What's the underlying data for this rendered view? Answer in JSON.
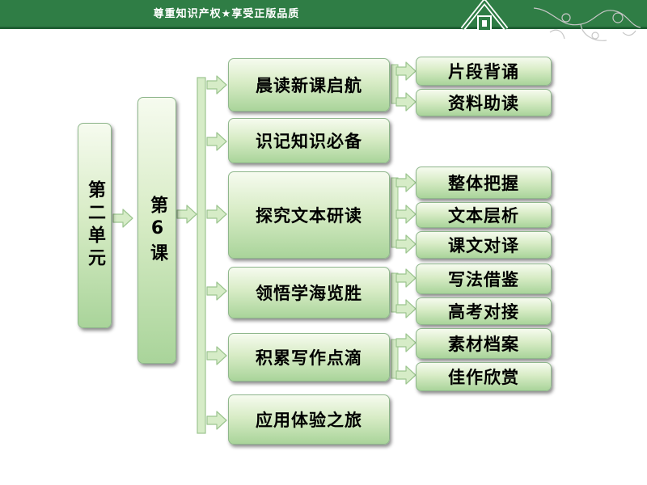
{
  "header": {
    "slogan": "尊重知识产权★享受正版品质"
  },
  "colors": {
    "header_green": "#2f7d45",
    "box_light": "#f6fbef",
    "box_dark": "#a9d49a",
    "arrow_fill": "#d6ecc7",
    "arrow_stroke": "#9cc58f"
  },
  "unit": {
    "label": "第二单元"
  },
  "lesson": {
    "label": "第6课"
  },
  "sections": [
    {
      "label": "晨读新课启航",
      "subs": [
        "片段背诵",
        "资料助读"
      ]
    },
    {
      "label": "识记知识必备",
      "subs": []
    },
    {
      "label": "探究文本研读",
      "subs": [
        "整体把握",
        "文本层析",
        "课文对译"
      ]
    },
    {
      "label": "领悟学海览胜",
      "subs": [
        "写法借鉴",
        "高考对接"
      ]
    },
    {
      "label": "积累写作点滴",
      "subs": [
        "素材档案",
        "佳作欣赏"
      ]
    },
    {
      "label": "应用体验之旅",
      "subs": []
    }
  ]
}
